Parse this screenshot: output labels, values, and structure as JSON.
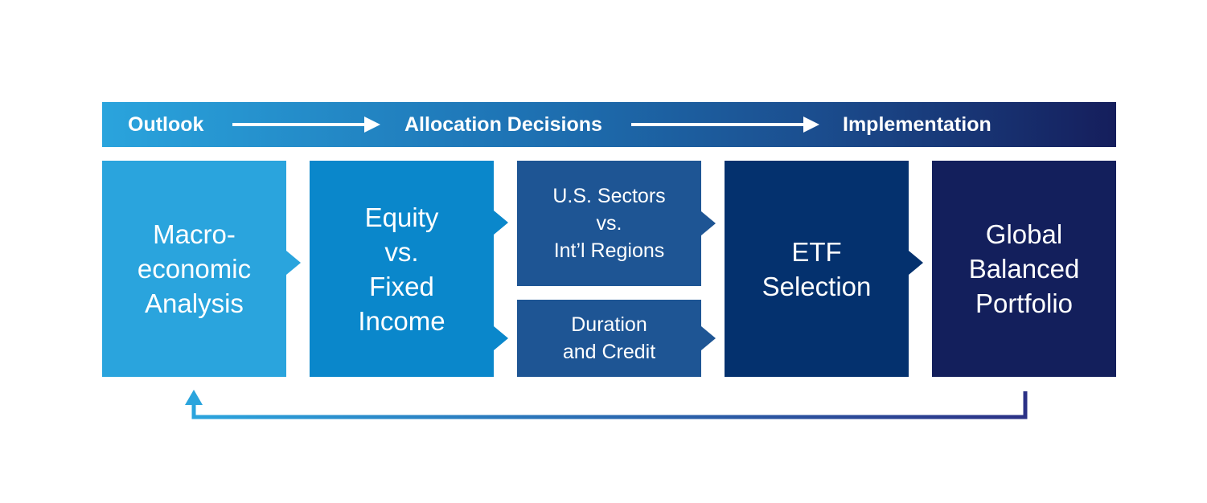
{
  "stages": {
    "outlook": "Outlook",
    "allocation": "Allocation Decisions",
    "implementation": "Implementation"
  },
  "boxes": {
    "macro": "Macro-\neconomic\nAnalysis",
    "equity": "Equity\nvs.\nFixed\nIncome",
    "sectors": "U.S. Sectors\nvs.\nInt’l Regions",
    "duration": "Duration\nand Credit",
    "etf": "ETF\nSelection",
    "portfolio": "Global\nBalanced\nPortfolio"
  },
  "colors": {
    "macro": "#2aa4dd",
    "equity": "#0a87cb",
    "sectors": "#1e5594",
    "duration": "#1e5594",
    "etf": "#04316e",
    "portfolio": "#131f5c",
    "loop_start": "#2aa4dd",
    "loop_end": "#2b3186"
  }
}
